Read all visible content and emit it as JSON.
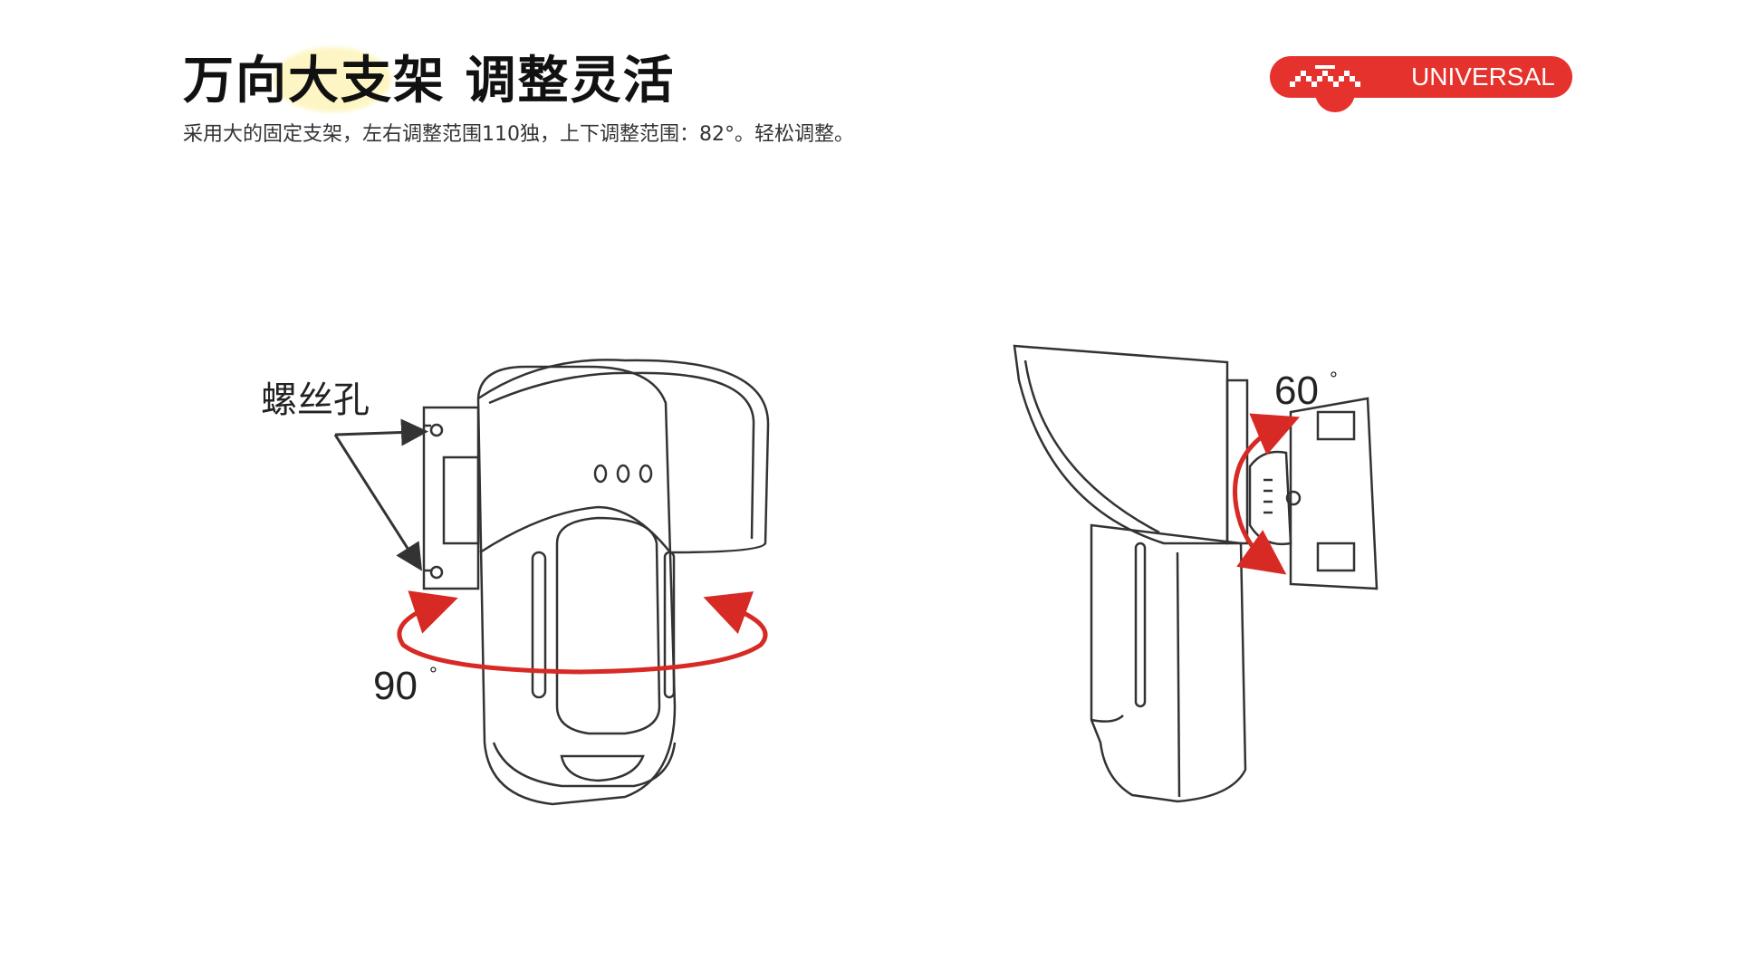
{
  "header": {
    "title": "万向大支架  调整灵活",
    "subtitle": "采用大的固定支架，左右调整范围110独，上下调整范围：82°。轻松调整。"
  },
  "badge": {
    "text": "UNIVERSAL",
    "color": "#e5322d",
    "logo_icon": "zigzag-logo-icon"
  },
  "figure_left": {
    "screw_label": "螺丝孔",
    "rotation_value": "90",
    "rotation_unit": "°"
  },
  "figure_right": {
    "tilt_value": "60",
    "tilt_unit": "°"
  },
  "colors": {
    "arrow_red": "#d82a25",
    "line": "#333333"
  }
}
